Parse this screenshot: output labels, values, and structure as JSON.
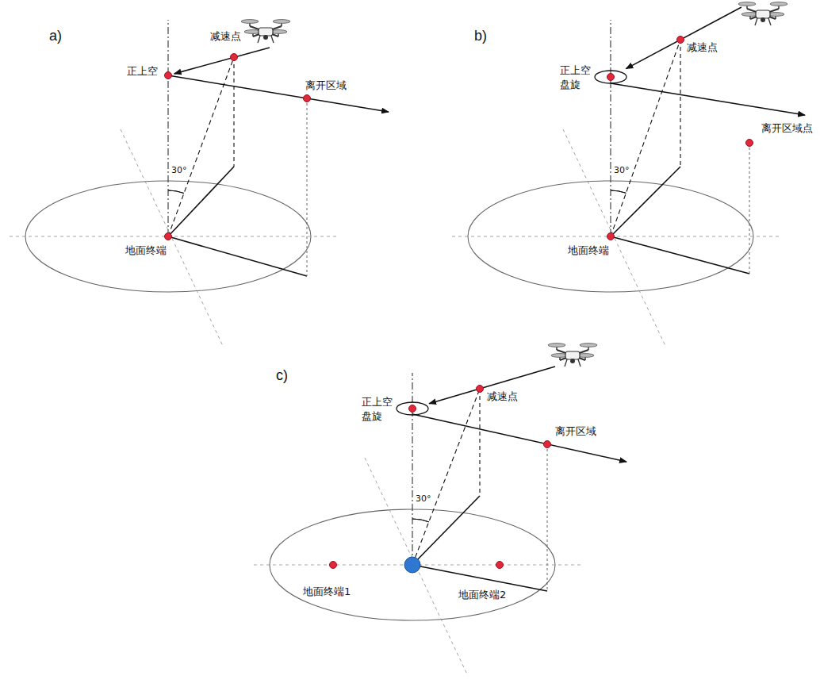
{
  "diagram": {
    "labels": [
      "a)",
      "减速点",
      "正上空",
      "离开区域",
      "30°",
      "地面终端",
      "b)",
      "减速点",
      "正上空 盘旋",
      "离开区域点",
      "30°",
      "地面终端",
      "c)",
      "减速点",
      "正上空 盘旋",
      "离开区域",
      "30°",
      "地面终端1",
      "地面终端2"
    ]
  }
}
